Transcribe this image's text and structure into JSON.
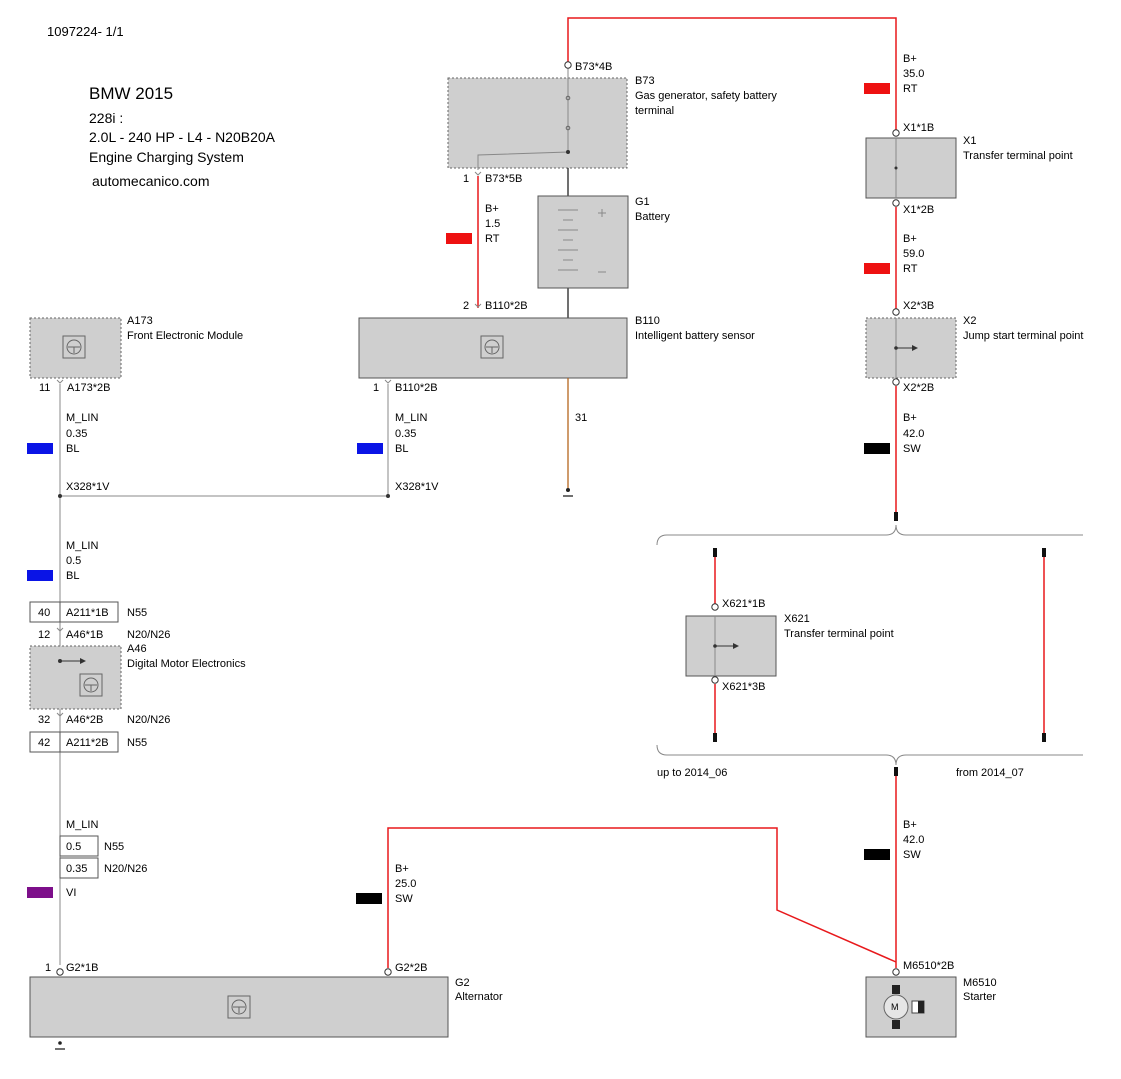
{
  "header": {
    "doc_id": "1097224- 1/1",
    "title": "BMW 2015",
    "lines": [
      "228i :",
      "2.0L - 240 HP - L4 - N20B20A",
      "Engine Charging System"
    ],
    "site": "automecanico.com"
  },
  "components": {
    "b73": {
      "code": "B73",
      "desc1": "Gas generator, safety battery",
      "desc2": "terminal",
      "pin_top": "B73*4B",
      "pin_bot_num": "1",
      "pin_bot": "B73*5B"
    },
    "g1": {
      "code": "G1",
      "desc": "Battery"
    },
    "b110": {
      "code": "B110",
      "desc": "Intelligent battery sensor",
      "pin_top_num": "2",
      "pin_top": "B110*2B",
      "pin_bot_num": "1",
      "pin_bot": "B110*2B",
      "ground": "31"
    },
    "a173": {
      "code": "A173",
      "desc": "Front Electronic Module",
      "pin_num": "11",
      "pin": "A173*2B"
    },
    "x1": {
      "code": "X1",
      "desc": "Transfer terminal point",
      "pin_top": "X1*1B",
      "pin_bot": "X1*2B"
    },
    "x2": {
      "code": "X2",
      "desc": "Jump start terminal point",
      "pin_top": "X2*3B",
      "pin_bot": "X2*2B"
    },
    "x621": {
      "code": "X621",
      "desc": "Transfer terminal point",
      "pin_top": "X621*1B",
      "pin_bot": "X621*3B"
    },
    "a46": {
      "code": "A46",
      "desc": "Digital Motor Electronics",
      "pin_top_num": "12",
      "pin_top": "A46*1B",
      "pin_top_note": "N20/N26",
      "pin_bot_num": "32",
      "pin_bot": "A46*2B",
      "pin_bot_note": "N20/N26"
    },
    "a211": {
      "top_num": "40",
      "top": "A211*1B",
      "top_note": "N55",
      "bot_num": "42",
      "bot": "A211*2B",
      "bot_note": "N55"
    },
    "g2": {
      "code": "G2",
      "desc": "Alternator",
      "pin1_num": "1",
      "pin1": "G2*1B",
      "pin2": "G2*2B"
    },
    "m6510": {
      "code": "M6510",
      "desc": "Starter",
      "pin": "M6510*2B"
    }
  },
  "wires": {
    "w_b73": {
      "signal": "B+",
      "size": "1.5",
      "color_code": "RT",
      "swatch": "#ee1111"
    },
    "w_x1_top": {
      "signal": "B+",
      "size": "35.0",
      "color_code": "RT",
      "swatch": "#ee1111"
    },
    "w_x1_x2": {
      "signal": "B+",
      "size": "59.0",
      "color_code": "RT",
      "swatch": "#ee1111"
    },
    "w_x2": {
      "signal": "B+",
      "size": "42.0",
      "color_code": "SW",
      "swatch": "#000000"
    },
    "w_a173": {
      "signal": "M_LIN",
      "size": "0.35",
      "color_code": "BL",
      "swatch": "#0a14e6"
    },
    "w_b110": {
      "signal": "M_LIN",
      "size": "0.35",
      "color_code": "BL",
      "swatch": "#0a14e6"
    },
    "splice": {
      "left": "X328*1V",
      "right": "X328*1V"
    },
    "w_mid": {
      "signal": "M_LIN",
      "size": "0.5",
      "color_code": "BL",
      "swatch": "#0a14e6"
    },
    "w_g2_lin": {
      "signal": "M_LIN",
      "size_a": "0.5",
      "note_a": "N55",
      "size_b": "0.35",
      "note_b": "N20/N26",
      "color_code": "VI",
      "swatch": "#7d0f8a"
    },
    "w_g2_bplus": {
      "signal": "B+",
      "size": "25.0",
      "color_code": "SW",
      "swatch": "#000000"
    },
    "w_starter": {
      "signal": "B+",
      "size": "42.0",
      "color_code": "SW",
      "swatch": "#000000"
    }
  },
  "variants": {
    "left": "up to 2014_06",
    "right": "from 2014_07"
  }
}
